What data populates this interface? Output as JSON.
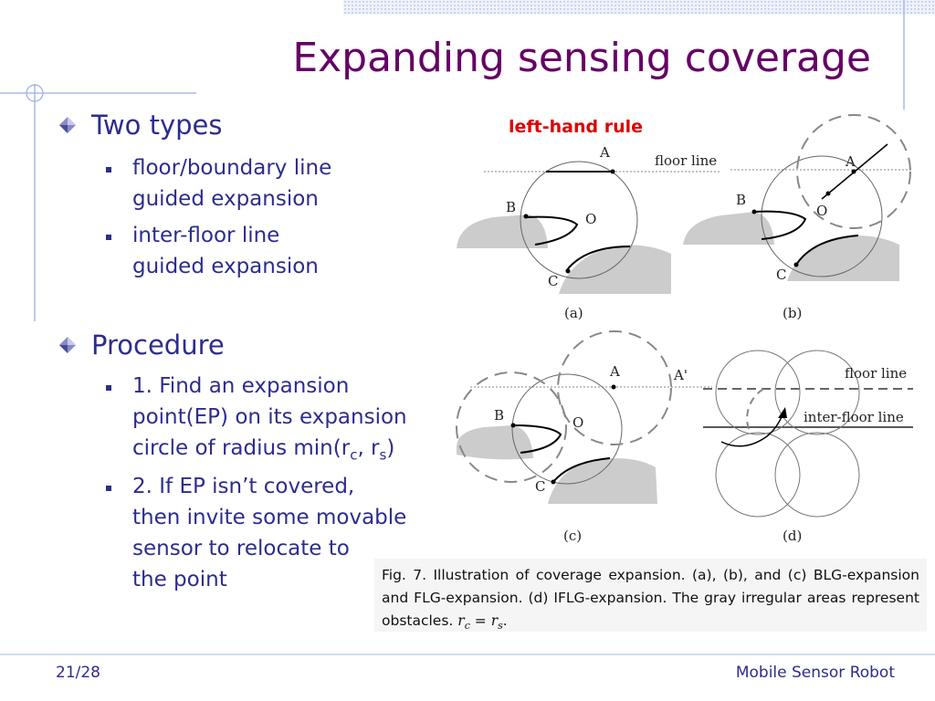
{
  "slide": {
    "title": "Expanding sensing coverage",
    "bullets": [
      {
        "text": "Two types",
        "sub": [
          [
            "floor/boundary line",
            "guided expansion"
          ],
          [
            "inter-floor line",
            "guided expansion"
          ]
        ]
      },
      {
        "text": "Procedure",
        "sub": [
          [
            "1. Find an expansion",
            "point(EP) on its expansion",
            "circle of radius min(r"
          ],
          [
            "2. If EP isn’t covered,",
            "then invite some movable",
            "sensor to relocate to",
            "the point"
          ]
        ]
      }
    ],
    "formula": {
      "sub_c": "c",
      "sep": ", r",
      "sub_s": "s",
      "close": ")"
    }
  },
  "figure": {
    "left_hand_rule": "left-hand rule",
    "panel_labels": [
      "(a)",
      "(b)",
      "(c)",
      "(d)"
    ],
    "point_labels": {
      "A": "A",
      "B": "B",
      "C": "C",
      "O": "O",
      "A_prime": "A'"
    },
    "floor_line": "floor line",
    "inter_floor_line": "inter-floor line",
    "caption": {
      "text": "Fig. 7. Illustration of coverage expansion. (a), (b), and (c) BLG-expansion and FLG-expansion. (d) IFLG-expansion. The gray irregular areas represent obstacles.",
      "rc": "r",
      "rc_sub": "c",
      "eq": " = ",
      "rs": "r",
      "rs_sub": "s",
      "end": "."
    }
  },
  "footer": {
    "page": "21/28",
    "course": "Mobile Sensor Robot"
  },
  "colors": {
    "title": "#660066",
    "text": "#2c2c90",
    "accent": "#e00000",
    "obstacle": "#cccccc",
    "guides": "#aab8e8"
  }
}
